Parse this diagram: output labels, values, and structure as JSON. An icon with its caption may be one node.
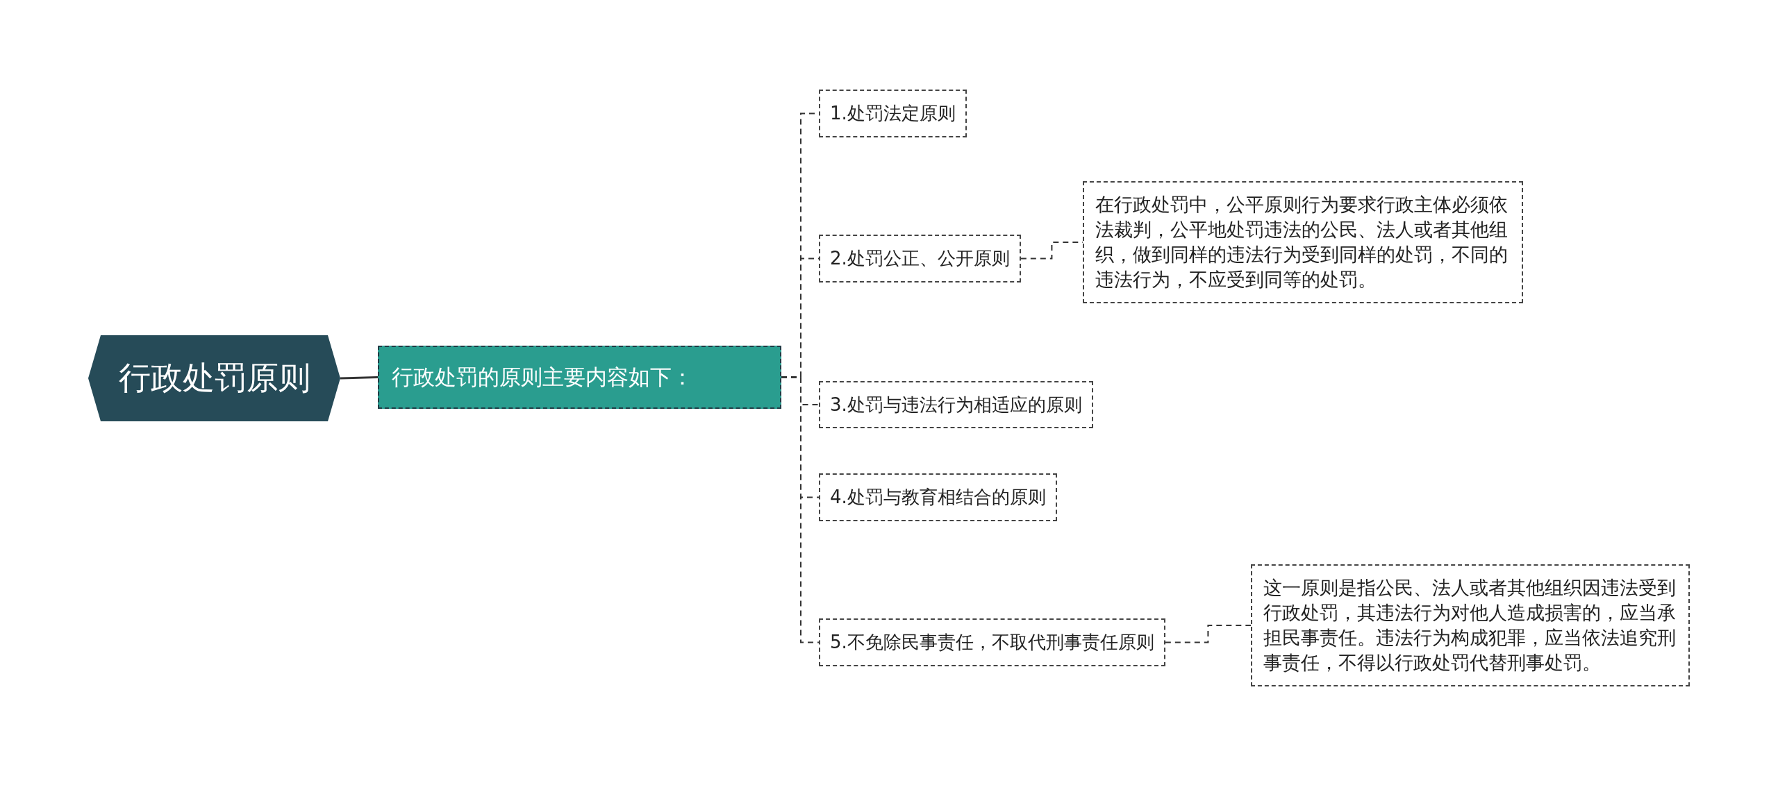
{
  "diagram": {
    "nodes": [
      {
        "text": [
          "行政处罚原则"
        ]
      },
      {
        "text": [
          "行政处罚的原则主要内容如下："
        ]
      },
      {
        "text": [
          "1.处罚法定原则"
        ]
      },
      {
        "text": [
          "2.处罚公正、公开原则"
        ]
      },
      {
        "text": [
          "在行政处罚中，公平原则行为要求行政主体必须依法裁判，公平地处罚违法的公民、法人或者其他组织，做到同样的违法行为受到同样的处罚，不同的违法行为，不应受到同等的处罚。"
        ]
      },
      {
        "text": [
          "3.处罚与违法行为相适应的原则"
        ]
      },
      {
        "text": [
          "4.处罚与教育相结合的原则"
        ]
      },
      {
        "text": [
          "5.不免除民事责任，不取代刑事责任原则"
        ]
      },
      {
        "text": [
          "这一原则是指公民、法人或者其他组织因违法受到行政处罚，其违法行为对他人造成损害的，应当承担民事责任。违法行为构成犯罪，应当依法追究刑事责任，不得以行政处罚代替刑事处罚。"
        ]
      }
    ],
    "edges": [
      {
        "from": 0,
        "to": 1,
        "arrow": "none"
      },
      {
        "from": 1,
        "to": 2,
        "arrow": "none",
        "style": "dashed"
      },
      {
        "from": 1,
        "to": 3,
        "arrow": "none",
        "style": "dashed"
      },
      {
        "from": 3,
        "to": 4,
        "arrow": "none",
        "style": "dashed"
      },
      {
        "from": 1,
        "to": 5,
        "arrow": "none",
        "style": "dashed"
      },
      {
        "from": 1,
        "to": 6,
        "arrow": "none",
        "style": "dashed"
      },
      {
        "from": 1,
        "to": 7,
        "arrow": "none",
        "style": "dashed"
      },
      {
        "from": 7,
        "to": 8,
        "arrow": "none",
        "style": "dashed"
      }
    ]
  }
}
